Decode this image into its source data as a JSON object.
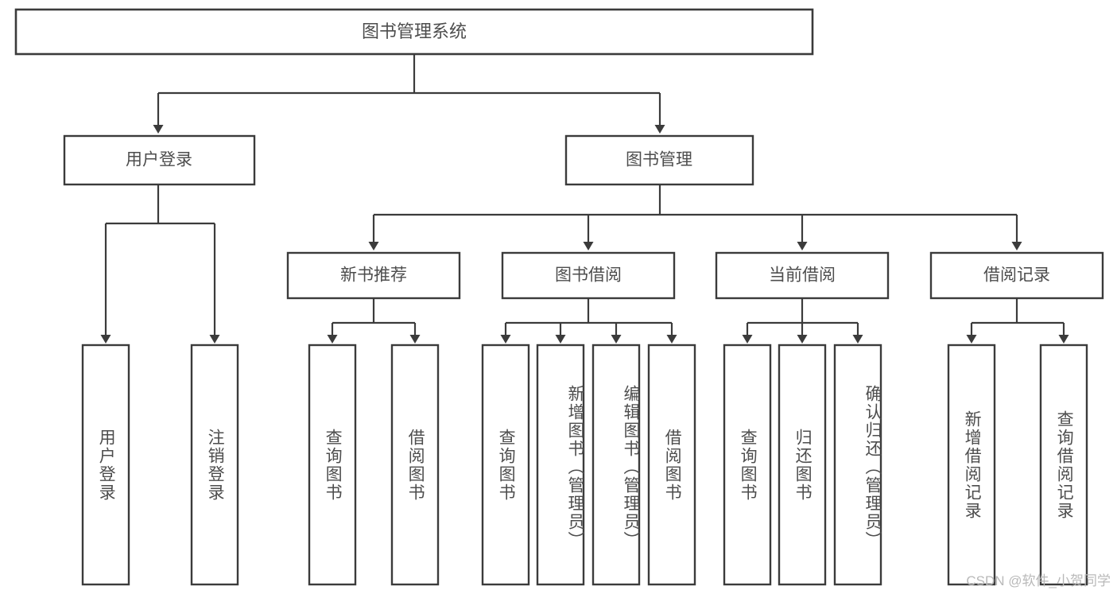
{
  "diagram": {
    "title": "图书管理系统",
    "type": "hierarchy-tree",
    "orientation": "top-down",
    "colors": {
      "background": "#ffffff",
      "box_fill": "#ffffff",
      "box_stroke": "#3b3b3b",
      "connector": "#3b3b3b",
      "text": "#4d4d4d",
      "watermark": "#b9b9b9"
    },
    "root": {
      "label": "图书管理系统"
    },
    "level1": [
      {
        "label": "用户登录"
      },
      {
        "label": "图书管理"
      }
    ],
    "level2": [
      {
        "label": "新书推荐"
      },
      {
        "label": "图书借阅"
      },
      {
        "label": "当前借阅"
      },
      {
        "label": "借阅记录"
      }
    ],
    "leaves": {
      "user_login": [
        {
          "label": "用户登录"
        },
        {
          "label": "注销登录"
        }
      ],
      "new_book_recommend": [
        {
          "label": "查询图书"
        },
        {
          "label": "借阅图书"
        }
      ],
      "book_borrow": [
        {
          "label": "查询图书"
        },
        {
          "label": "新增图书（管理员）"
        },
        {
          "label": "编辑图书（管理员）"
        },
        {
          "label": "借阅图书"
        }
      ],
      "current_borrow": [
        {
          "label": "查询图书"
        },
        {
          "label": "归还图书"
        },
        {
          "label": "确认归还（管理员）"
        }
      ],
      "borrow_record": [
        {
          "label": "新增借阅记录"
        },
        {
          "label": "查询借阅记录"
        }
      ]
    }
  },
  "watermark": {
    "text": "CSDN @软件_小贺同学"
  }
}
